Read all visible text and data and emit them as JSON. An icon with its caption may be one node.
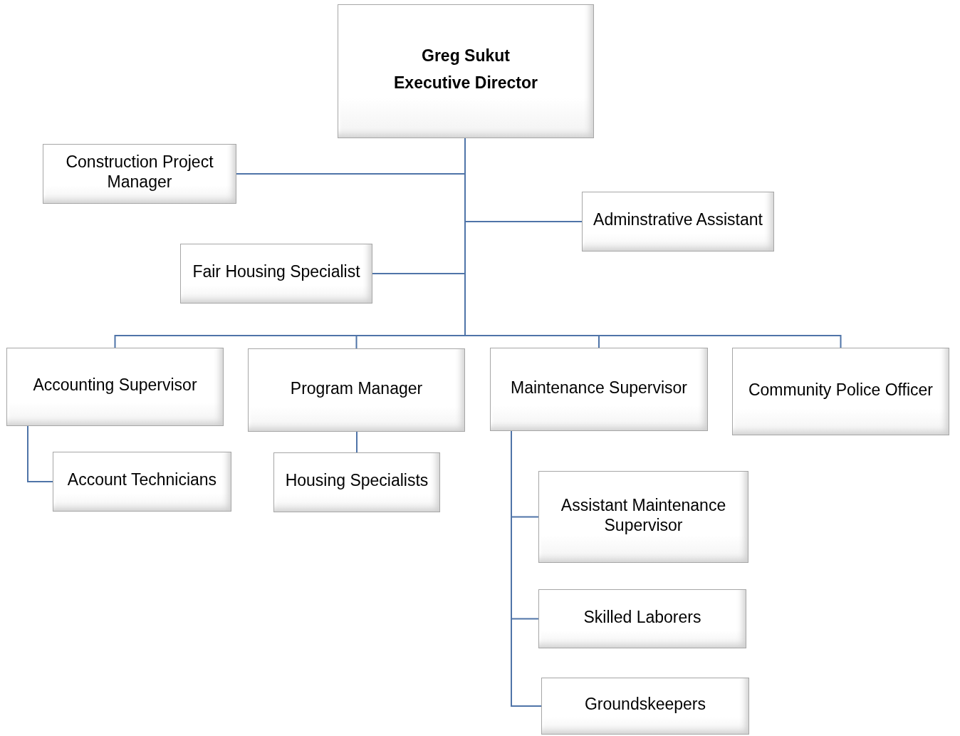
{
  "diagram": {
    "nodes": [
      {
        "text": [
          "Greg Sukut",
          "Executive Director"
        ]
      },
      {
        "text": [
          "Construction Project Manager"
        ]
      },
      {
        "text": [
          "Adminstrative Assistant"
        ]
      },
      {
        "text": [
          "Fair Housing Specialist"
        ]
      },
      {
        "text": [
          "Accounting Supervisor"
        ]
      },
      {
        "text": [
          "Program Manager"
        ]
      },
      {
        "text": [
          "Maintenance Supervisor"
        ]
      },
      {
        "text": [
          "Community Police Officer"
        ]
      },
      {
        "text": [
          "Account Technicians"
        ]
      },
      {
        "text": [
          "Housing Specialists"
        ]
      },
      {
        "text": [
          "Assistant Maintenance Supervisor"
        ]
      },
      {
        "text": [
          "Skilled Laborers"
        ]
      },
      {
        "text": [
          "Groundskeepers"
        ]
      }
    ],
    "edges": [
      {
        "from": 0,
        "to": 1,
        "arrow": "none"
      },
      {
        "from": 0,
        "to": 2,
        "arrow": "none"
      },
      {
        "from": 0,
        "to": 3,
        "arrow": "none"
      },
      {
        "from": 0,
        "to": 4,
        "arrow": "none"
      },
      {
        "from": 0,
        "to": 5,
        "arrow": "none"
      },
      {
        "from": 0,
        "to": 6,
        "arrow": "none"
      },
      {
        "from": 0,
        "to": 7,
        "arrow": "none"
      },
      {
        "from": 4,
        "to": 8,
        "arrow": "none"
      },
      {
        "from": 5,
        "to": 9,
        "arrow": "none"
      },
      {
        "from": 6,
        "to": 10,
        "arrow": "none"
      },
      {
        "from": 6,
        "to": 11,
        "arrow": "none"
      },
      {
        "from": 6,
        "to": 12,
        "arrow": "none"
      }
    ]
  }
}
